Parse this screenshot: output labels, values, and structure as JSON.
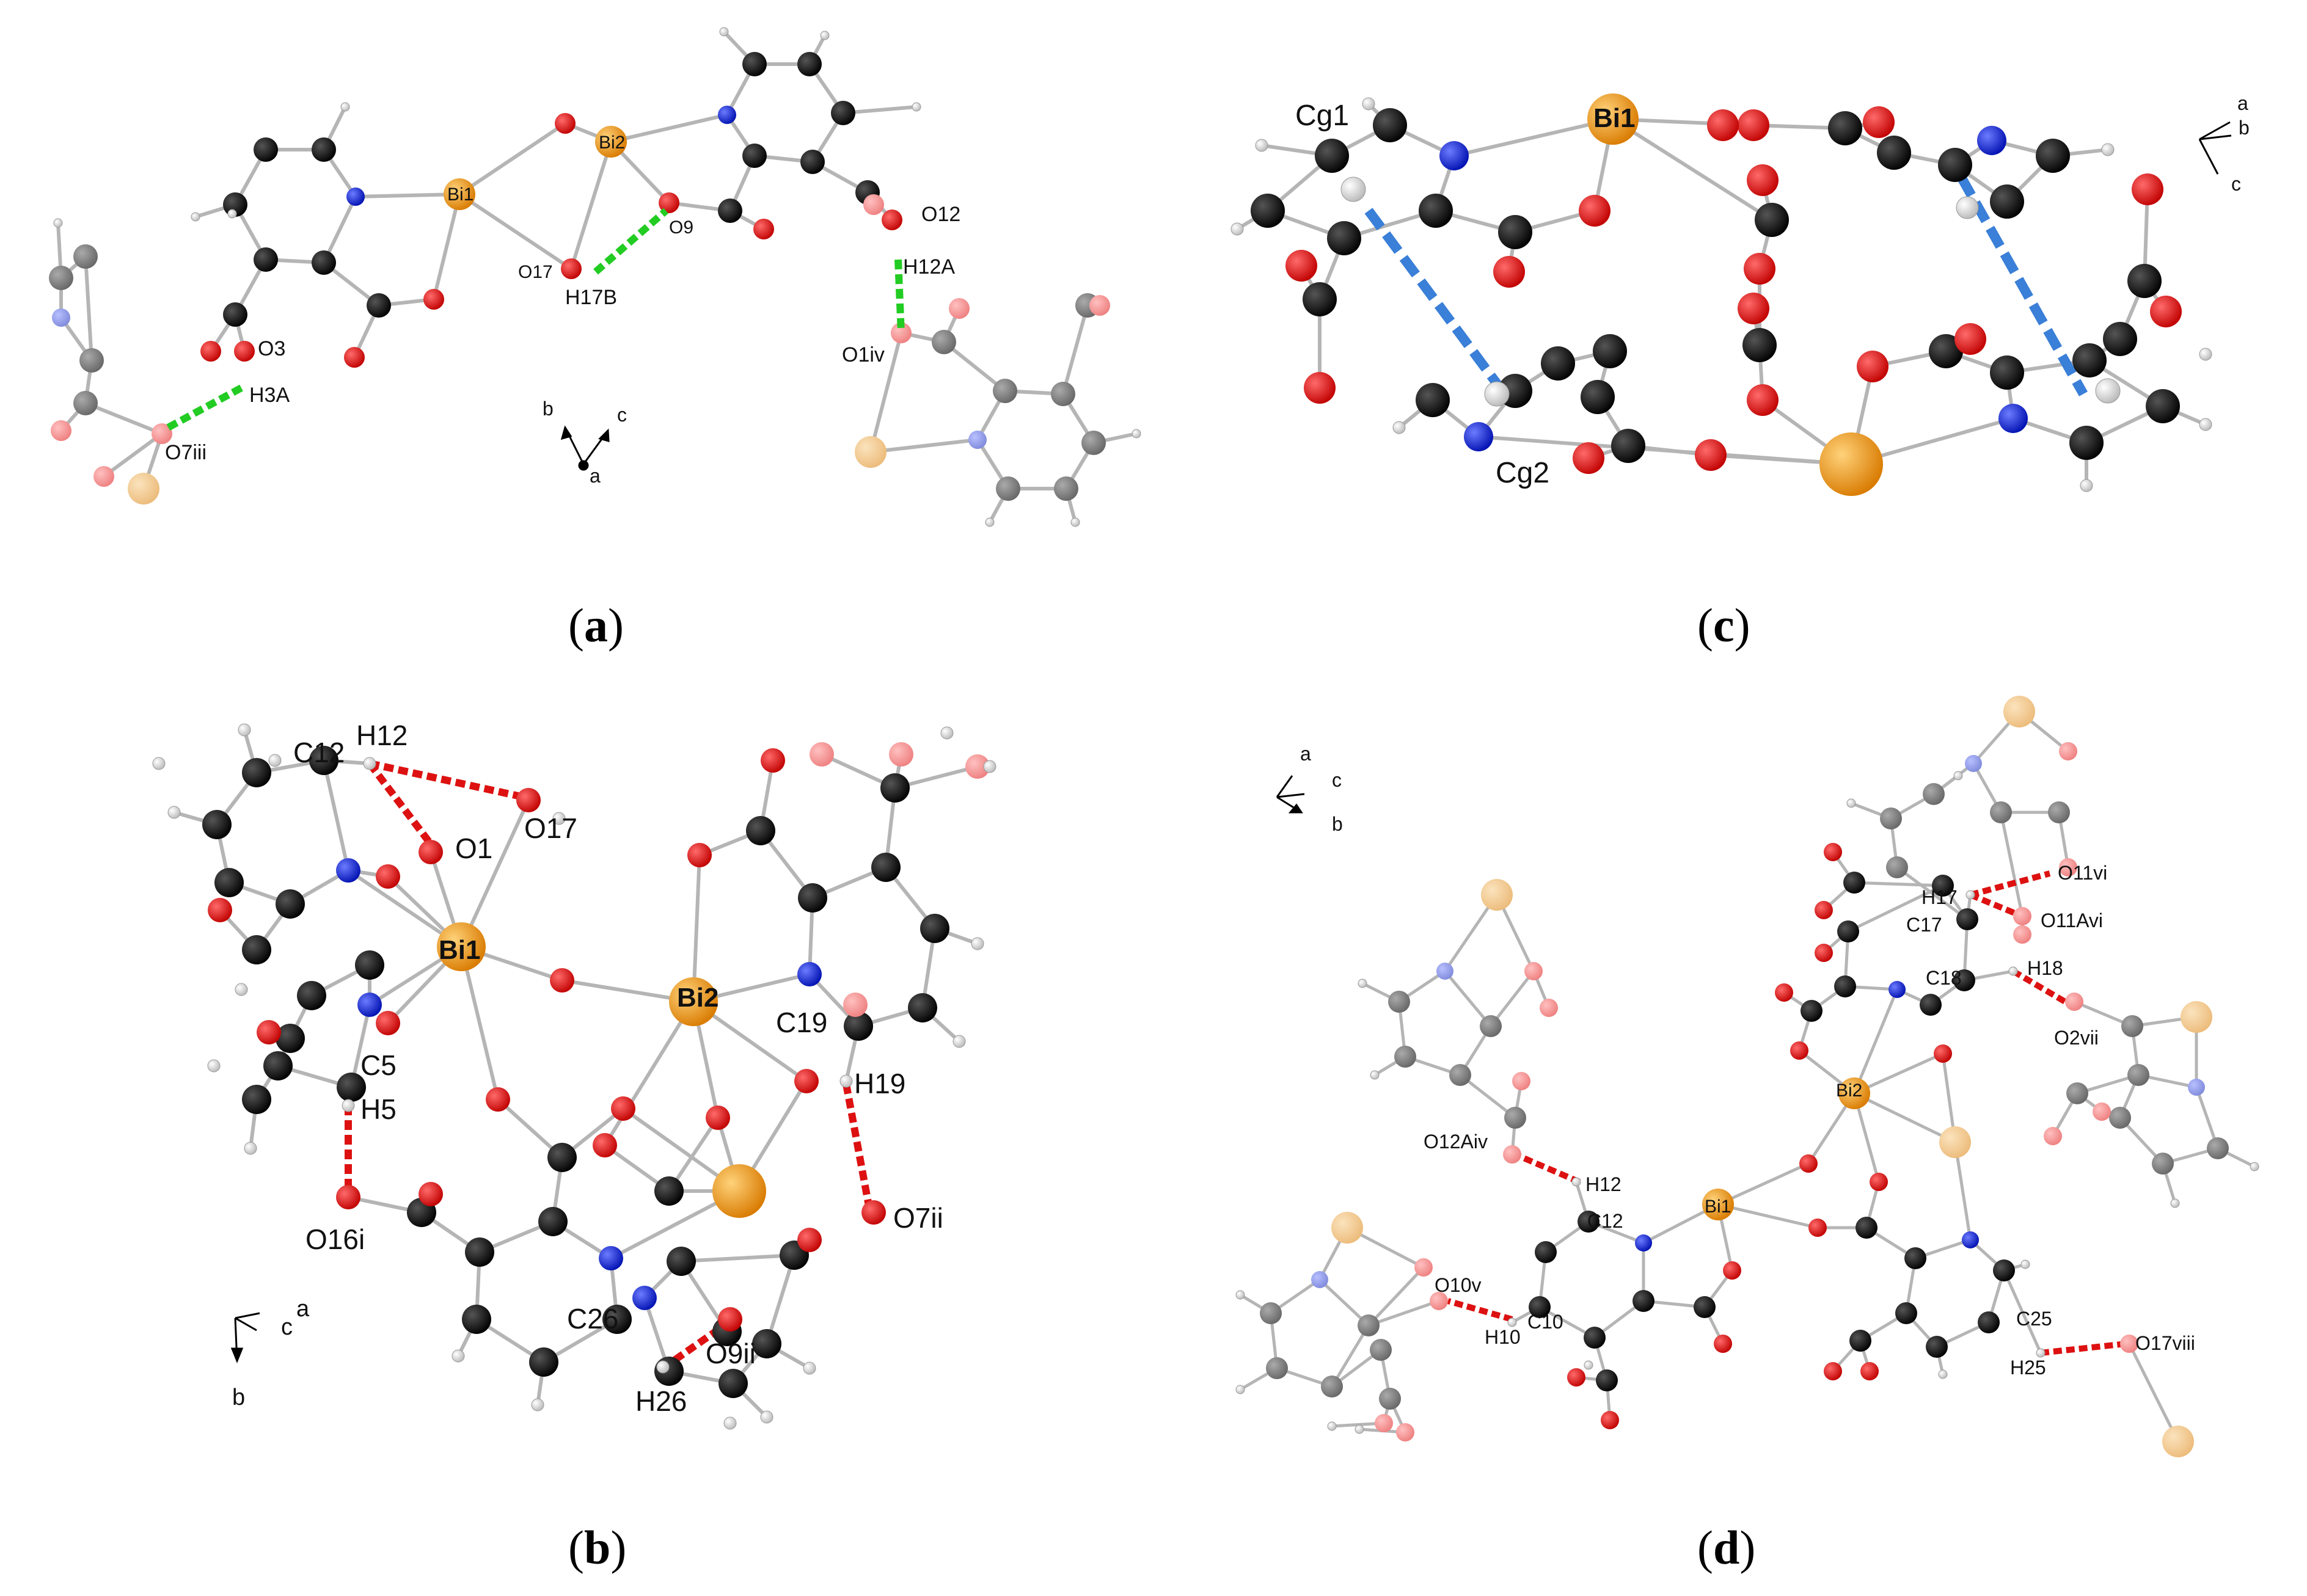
{
  "panels": {
    "a": {
      "caption_letter": "a",
      "atom_labels": [
        "Bi1",
        "Bi2",
        "O17",
        "H17B",
        "O9",
        "O12",
        "H12A",
        "O1iv",
        "O3",
        "H3A",
        "O7iii"
      ],
      "axes": [
        "b",
        "c",
        "a"
      ],
      "hbond_color": "#22cc22"
    },
    "b": {
      "caption_letter": "b",
      "atom_labels": [
        "C12",
        "H12",
        "O17",
        "O1",
        "Bi1",
        "Bi2",
        "C19",
        "H19",
        "C5",
        "H5",
        "O16i",
        "O7ii",
        "C26",
        "O9ii",
        "H26"
      ],
      "axes": [
        "a",
        "c",
        "b"
      ],
      "hbond_color": "#dd1111"
    },
    "c": {
      "caption_letter": "c",
      "atom_labels": [
        "Cg1",
        "Bi1",
        "Cg2"
      ],
      "axes": [
        "a",
        "b",
        "c"
      ],
      "pi_color": "#3a7fd8"
    },
    "d": {
      "caption_letter": "d",
      "atom_labels": [
        "O11vi",
        "H17",
        "O11Avi",
        "C17",
        "C18",
        "H18",
        "O2vii",
        "Bi2",
        "O12Aiv",
        "H12",
        "C12",
        "Bi1",
        "O10v",
        "H10",
        "C10",
        "C25",
        "H25",
        "O17viii"
      ],
      "axes": [
        "a",
        "c",
        "b"
      ],
      "hbond_color": "#dd1111"
    }
  },
  "colors": {
    "carbon": "#0a0a0a",
    "oxygen": "#e01010",
    "nitrogen": "#1b2fe0",
    "bismuth": "#f0a020",
    "hydrogen": "#ffffff",
    "symmetry_carbon": "#888888",
    "symmetry_oxygen": "#f08080",
    "symmetry_bismuth": "#f4c88c",
    "bond": "#b8b8b8"
  }
}
